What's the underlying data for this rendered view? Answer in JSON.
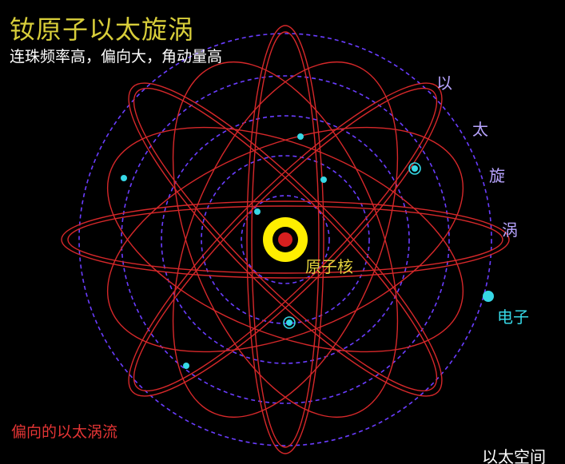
{
  "title": "钕原子以太旋涡",
  "subtitle": "连珠频率高，偏向大，角动量高",
  "vortex_label_chars": [
    "以",
    "太",
    "旋",
    "涡"
  ],
  "nucleus_label": "原子核",
  "electron_label": "电子",
  "ether_flow_label": "偏向的以太涡流",
  "ether_space_label": "以太空间",
  "colors": {
    "background": "#000000",
    "orbit_red": "#d6282a",
    "vortex_purple": "#6a3dff",
    "electron_cyan": "#36d8e6",
    "nucleus_yellow": "#ffee00",
    "nucleus_red": "#d81f1f",
    "title_yellow": "#d8ce3a"
  }
}
